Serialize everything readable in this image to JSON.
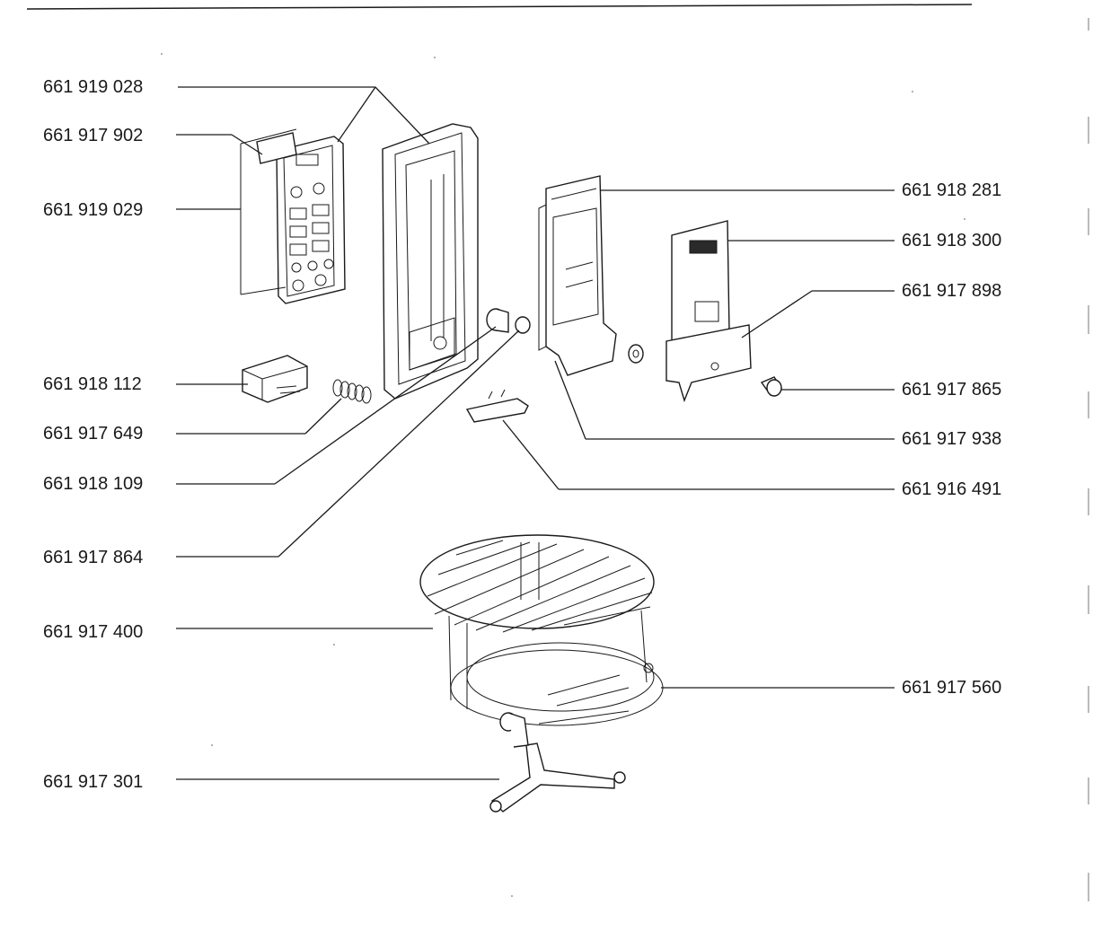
{
  "left_labels": [
    {
      "key": "l0",
      "text": "661 919 028"
    },
    {
      "key": "l1",
      "text": "661 917 902"
    },
    {
      "key": "l2",
      "text": "661 919 029"
    },
    {
      "key": "l3",
      "text": "661 918 112"
    },
    {
      "key": "l4",
      "text": "661 917 649"
    },
    {
      "key": "l5",
      "text": "661 918 109"
    },
    {
      "key": "l6",
      "text": "661 917 864"
    },
    {
      "key": "l7",
      "text": "661 917 400"
    },
    {
      "key": "l8",
      "text": "661 917 301"
    }
  ],
  "right_labels": [
    {
      "key": "r0",
      "text": "661 918 281"
    },
    {
      "key": "r1",
      "text": "661 918 300"
    },
    {
      "key": "r2",
      "text": "661 917 898"
    },
    {
      "key": "r3",
      "text": "661 917 865"
    },
    {
      "key": "r4",
      "text": "661 917 938"
    },
    {
      "key": "r5",
      "text": "661 916 491"
    },
    {
      "key": "r6",
      "text": "661 917 560"
    }
  ],
  "colors": {
    "ink": "#1a1a1a",
    "paper": "#ffffff"
  }
}
